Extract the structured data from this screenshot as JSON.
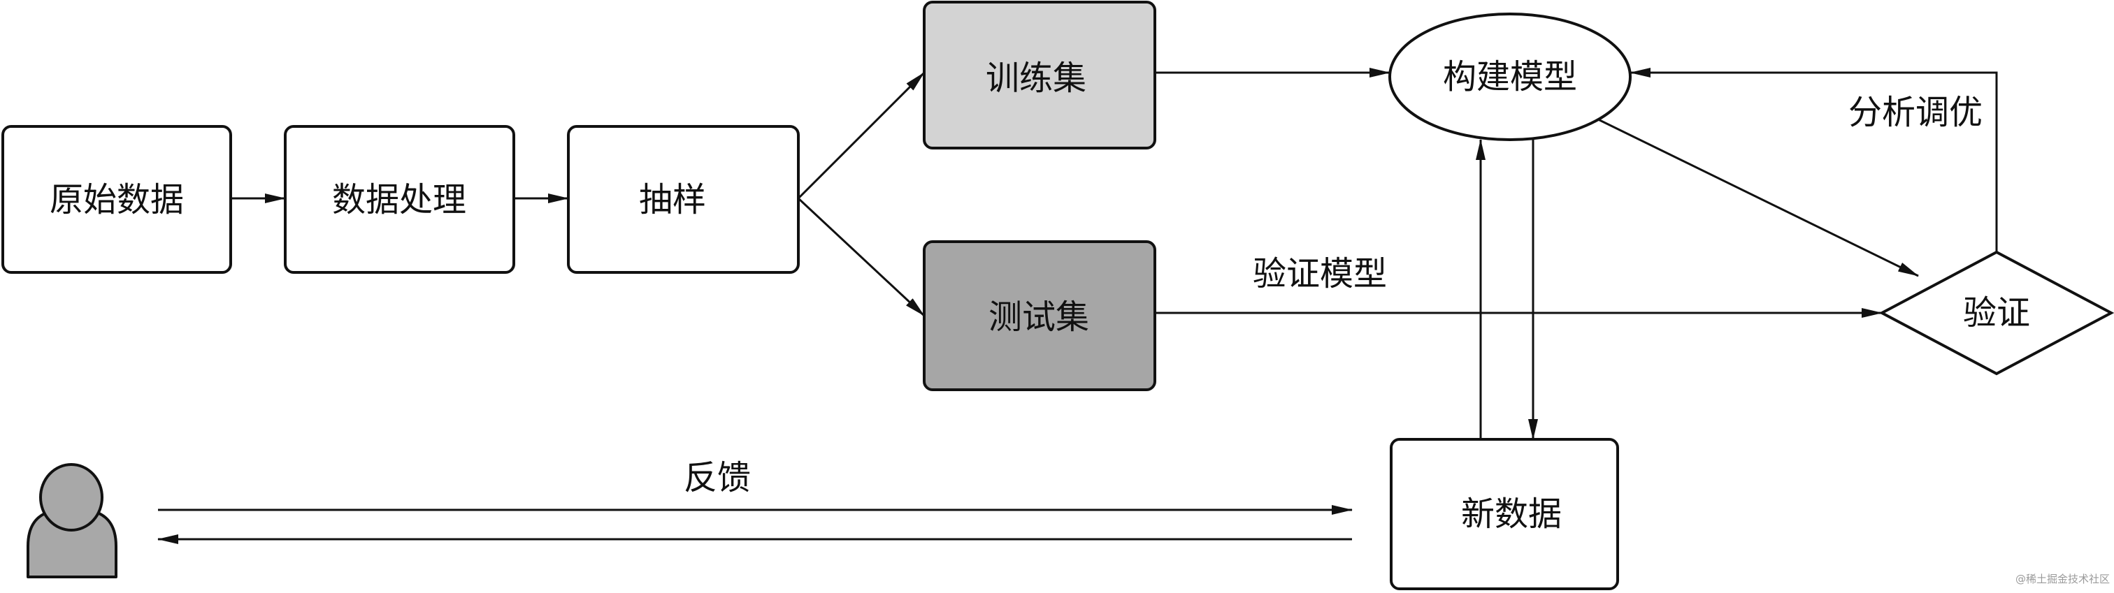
{
  "nodes": {
    "raw_data": {
      "label": "原始数据"
    },
    "data_processing": {
      "label": "数据处理"
    },
    "sampling": {
      "label": "抽样"
    },
    "training_set": {
      "label": "训练集",
      "fill": "#d3d3d3"
    },
    "test_set": {
      "label": "测试集",
      "fill": "#a6a6a6"
    },
    "build_model": {
      "label": "构建模型"
    },
    "validation": {
      "label": "验证"
    },
    "new_data": {
      "label": "新数据"
    },
    "user": {
      "icon": "user-icon"
    }
  },
  "edges": [
    {
      "from": "raw_data",
      "to": "data_processing"
    },
    {
      "from": "data_processing",
      "to": "sampling"
    },
    {
      "from": "sampling",
      "to": "training_set"
    },
    {
      "from": "sampling",
      "to": "test_set"
    },
    {
      "from": "training_set",
      "to": "build_model"
    },
    {
      "from": "build_model",
      "to": "validation"
    },
    {
      "from": "test_set",
      "to": "validation",
      "label": "验证模型"
    },
    {
      "from": "validation",
      "to": "build_model",
      "label": "分析调优"
    },
    {
      "from": "build_model",
      "to": "new_data"
    },
    {
      "from": "new_data",
      "to": "build_model"
    },
    {
      "from": "user",
      "to": "new_data",
      "label": "反馈"
    },
    {
      "from": "new_data",
      "to": "user"
    }
  ],
  "edge_labels": {
    "validate_model": "验证模型",
    "analyze_tune": "分析调优",
    "feedback": "反馈"
  },
  "colors": {
    "line": "#111111",
    "training_fill": "#d3d3d3",
    "test_fill": "#a6a6a6",
    "user_fill": "#a8a8a8"
  },
  "watermark": "@稀土掘金技术社区"
}
